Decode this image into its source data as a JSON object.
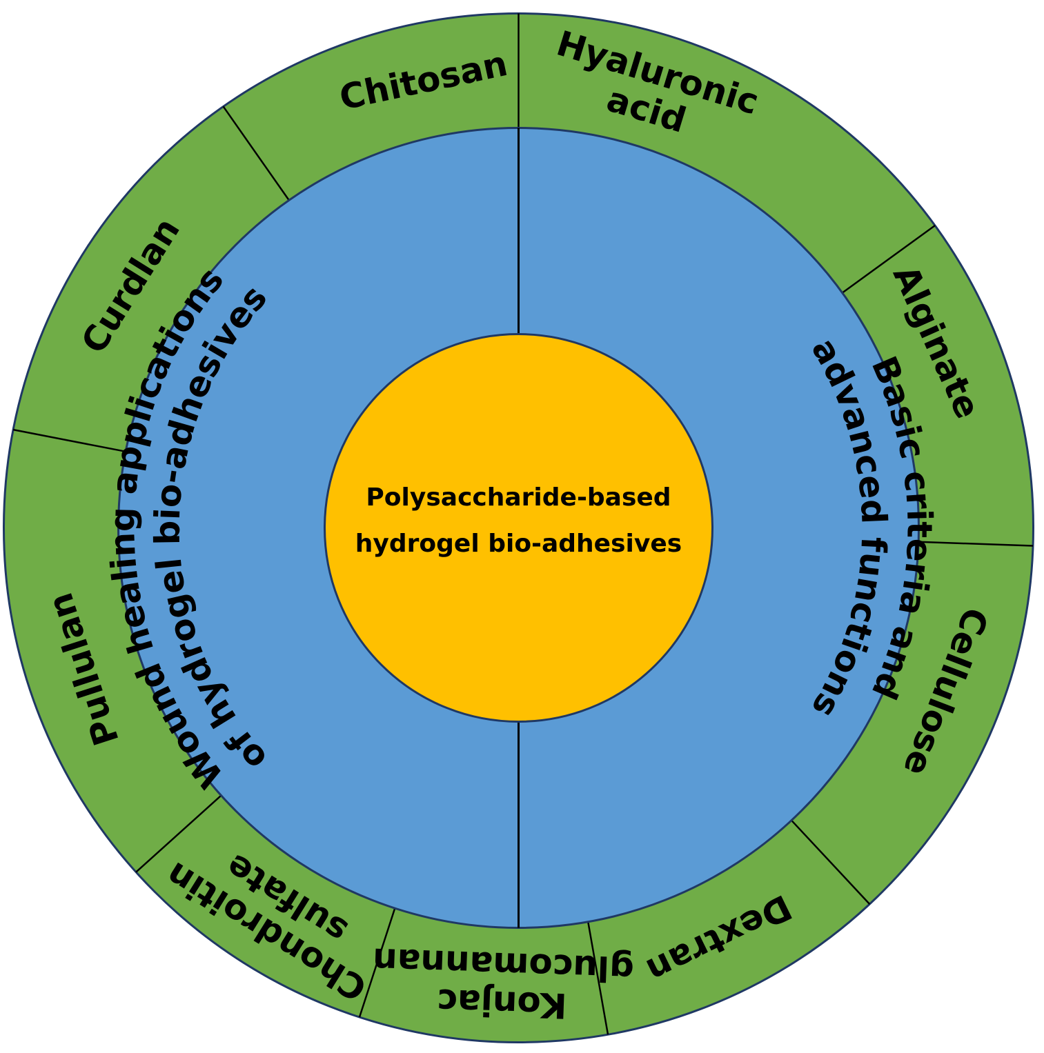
{
  "center": {
    "line1": "Polysaccharide-based",
    "line2": "hydrogel bio-adhesives",
    "color": "#FFC000"
  },
  "middle_ring": {
    "color": "#5B9BD5",
    "left": {
      "line1": "Wound healing applications",
      "line2": "of hydrogel bio-adhesives"
    },
    "right": {
      "line1": "Basic criteria and",
      "line2": "advanced functions"
    }
  },
  "outer_ring": {
    "color": "#70AD47",
    "segments": [
      {
        "lines": [
          "Hyaluronic",
          "acid"
        ]
      },
      {
        "lines": [
          "Alginate"
        ]
      },
      {
        "lines": [
          "Cellulose"
        ]
      },
      {
        "lines": [
          "Dextran"
        ]
      },
      {
        "lines": [
          "Konjac",
          "glucomannan"
        ]
      },
      {
        "lines": [
          "Chondroitin",
          "sulfate"
        ]
      },
      {
        "lines": [
          "Pullulan"
        ]
      },
      {
        "lines": [
          "Curdlan"
        ]
      },
      {
        "lines": [
          "Chitosan"
        ]
      }
    ]
  },
  "outline_color": "#1F3864"
}
